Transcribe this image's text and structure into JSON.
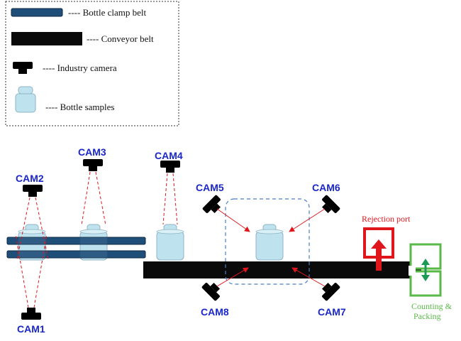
{
  "legend": {
    "items": [
      {
        "label": "---- Bottle clamp belt"
      },
      {
        "label": "---- Conveyor belt"
      },
      {
        "label": "---- Industry camera"
      },
      {
        "label": "---- Bottle samples"
      }
    ]
  },
  "cameras": {
    "cam1": "CAM1",
    "cam2": "CAM2",
    "cam3": "CAM3",
    "cam4": "CAM4",
    "cam5": "CAM5",
    "cam6": "CAM6",
    "cam7": "CAM7",
    "cam8": "CAM8"
  },
  "stations": {
    "rejection": "Rejection port",
    "counting_line1": "Counting &",
    "counting_line2": "Packing"
  },
  "colors": {
    "clamp_belt": "#1f4e79",
    "conveyor": "#0a0a0a",
    "camera_label": "#1a27c9",
    "bottle": "#bfe3ee",
    "rejection": "#e0161d",
    "counting": "#58b947"
  }
}
